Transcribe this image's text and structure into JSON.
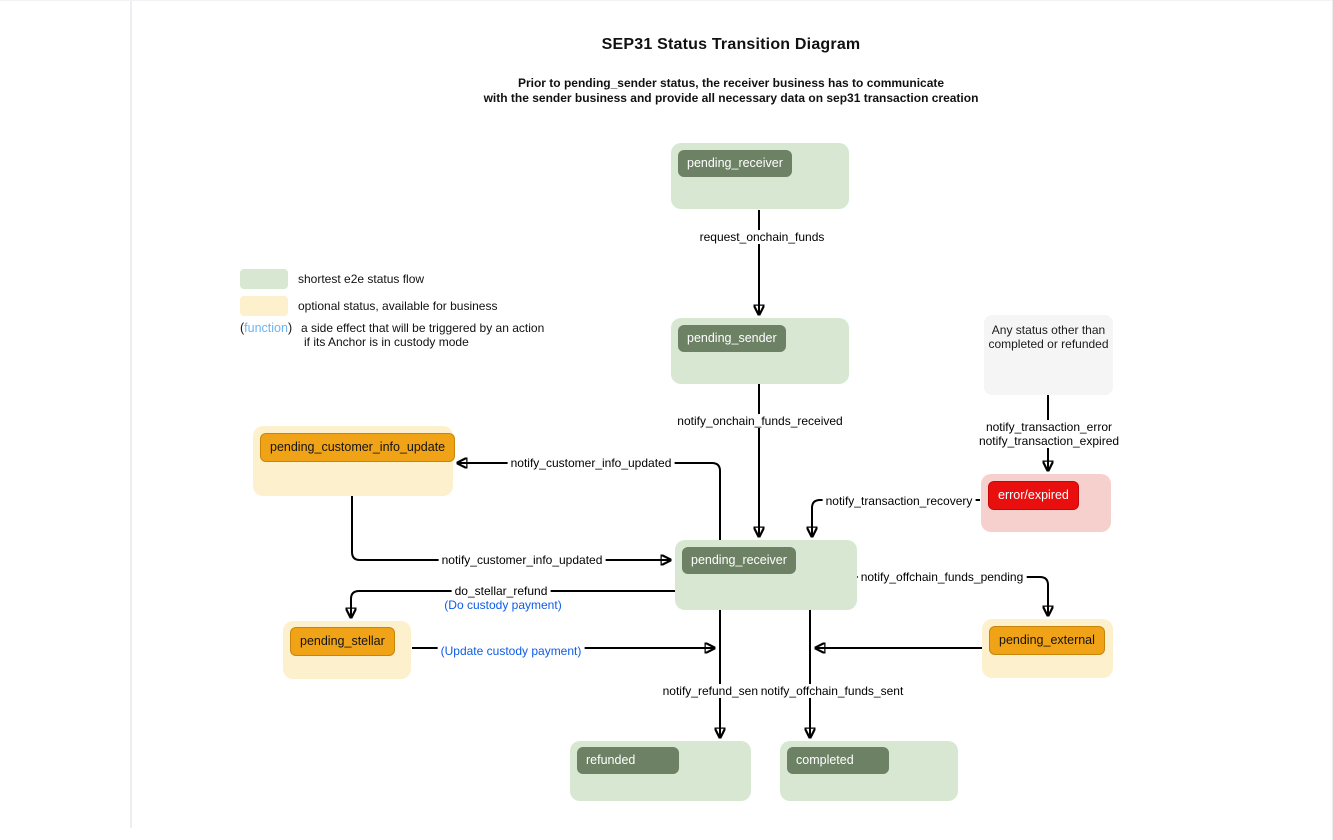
{
  "page": {
    "title": "SEP31 Status Transition Diagram",
    "subtitle": [
      "Prior to pending_sender status, the receiver business has to communicate",
      "with the sender business and provide all necessary data on sep31 transaction creation"
    ]
  },
  "legend": {
    "shortest_flow": "shortest e2e status flow",
    "optional_status": "optional status, available for business",
    "function_open": "(",
    "function_word": "function",
    "function_close": ")",
    "function_desc": [
      "a side effect that will be triggered by an action",
      "if its Anchor is in custody mode"
    ]
  },
  "nodes": {
    "pending_receiver_top": {
      "label": "pending_receiver"
    },
    "pending_sender": {
      "label": "pending_sender"
    },
    "any_status": {
      "line1": "Any status other than",
      "line2": "completed or refunded"
    },
    "error_expired": {
      "label": "error/expired"
    },
    "pending_customer_info_update": {
      "label": "pending_customer_info_update"
    },
    "pending_receiver_mid": {
      "label": "pending_receiver"
    },
    "pending_stellar": {
      "label": "pending_stellar"
    },
    "pending_external": {
      "label": "pending_external"
    },
    "refunded": {
      "label": "refunded"
    },
    "completed": {
      "label": "completed"
    }
  },
  "edges": {
    "request_onchain_funds": "request_onchain_funds",
    "notify_onchain_funds_received": "notify_onchain_funds_received",
    "notify_transaction_error": "notify_transaction_error",
    "notify_transaction_expired": "notify_transaction_expired",
    "notify_transaction_recovery": "notify_transaction_recovery",
    "notify_customer_info_updated_top": "notify_customer_info_updated",
    "notify_customer_info_updated_bottom": "notify_customer_info_updated",
    "do_stellar_refund": "do_stellar_refund",
    "do_custody_payment": "(Do custody payment)",
    "update_custody_payment": "(Update custody payment)",
    "notify_offchain_funds_pending": "notify_offchain_funds_pending",
    "notify_refund_sent": "notify_refund_sent",
    "notify_offchain_funds_sent": "notify_offchain_funds_sent"
  },
  "colors": {
    "green_node": "#d7e7d2",
    "green_badge": "#6d8165",
    "yellow_node": "#fdf0cd",
    "orange_badge": "#f0a317",
    "pink_node": "#f6d0cd",
    "red_badge": "#e90f0f",
    "gray_node": "#f5f5f6",
    "custody_label_blue": "#0d5ce8",
    "function_blue": "#6db3f2"
  }
}
